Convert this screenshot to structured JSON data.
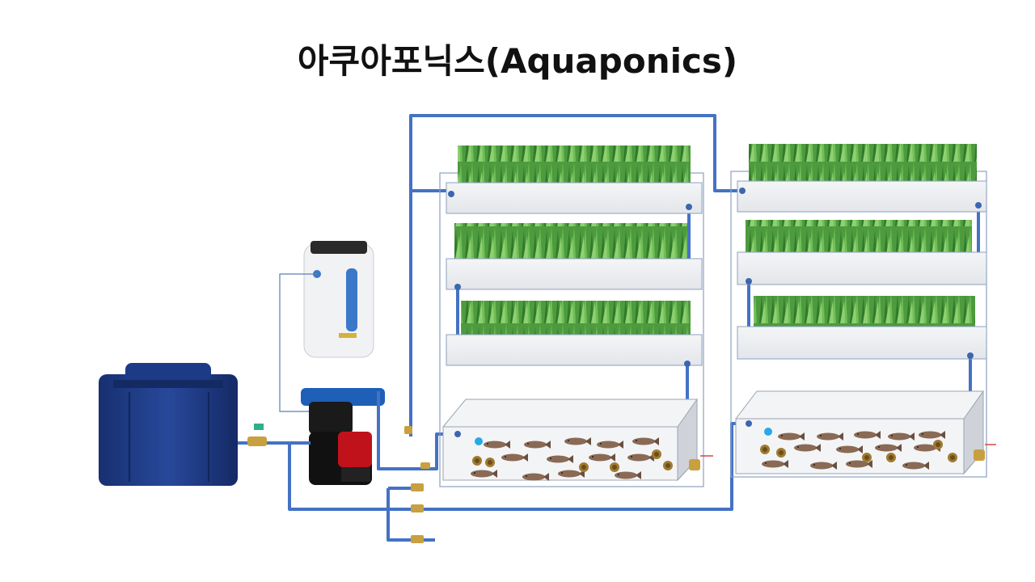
{
  "title": "아쿠아포닉스(Aquaponics)",
  "colors": {
    "pipe": "#4472c4",
    "tank_body": "#1f3b82",
    "shelf_outline": "#8da0c0",
    "plant_green": "#3f9a3a",
    "pump_red": "#c0121a"
  },
  "components": {
    "water_tank": "water-tank",
    "oxygen_generator": "hydrogen-oxygen-generator",
    "pump": "water-pump",
    "grow_racks": 2,
    "fish_tanks": 2
  }
}
